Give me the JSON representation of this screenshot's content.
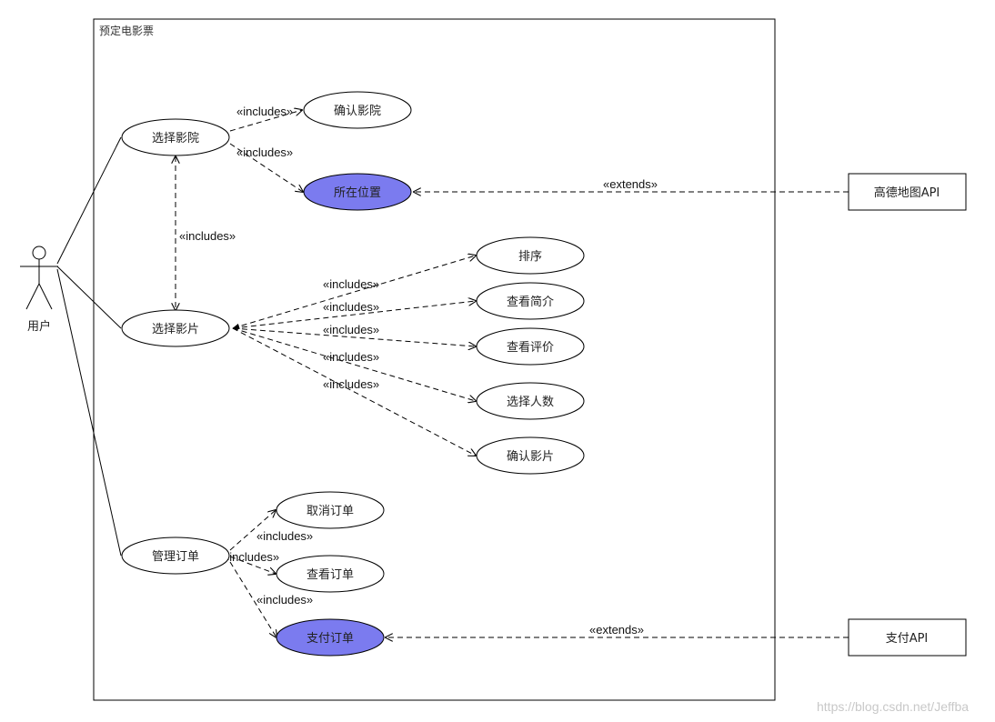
{
  "system": {
    "title": "预定电影票"
  },
  "actor": {
    "label": "用户"
  },
  "use_cases": {
    "select_cinema": "选择影院",
    "confirm_cinema": "确认影院",
    "location": "所在位置",
    "select_film": "选择影片",
    "sort": "排序",
    "view_intro": "查看简介",
    "view_reviews": "查看评价",
    "select_count": "选择人数",
    "confirm_film": "确认影片",
    "manage_orders": "管理订单",
    "cancel_order": "取消订单",
    "view_order": "查看订单",
    "pay_order": "支付订单"
  },
  "external": {
    "amap_api": "高德地图API",
    "pay_api": "支付API"
  },
  "relations": {
    "includes": "«includes»",
    "extends": "«extends»"
  },
  "colors": {
    "highlight_fill": "#7b7bef",
    "line": "#000000"
  },
  "watermark": "https://blog.csdn.net/Jeffba"
}
